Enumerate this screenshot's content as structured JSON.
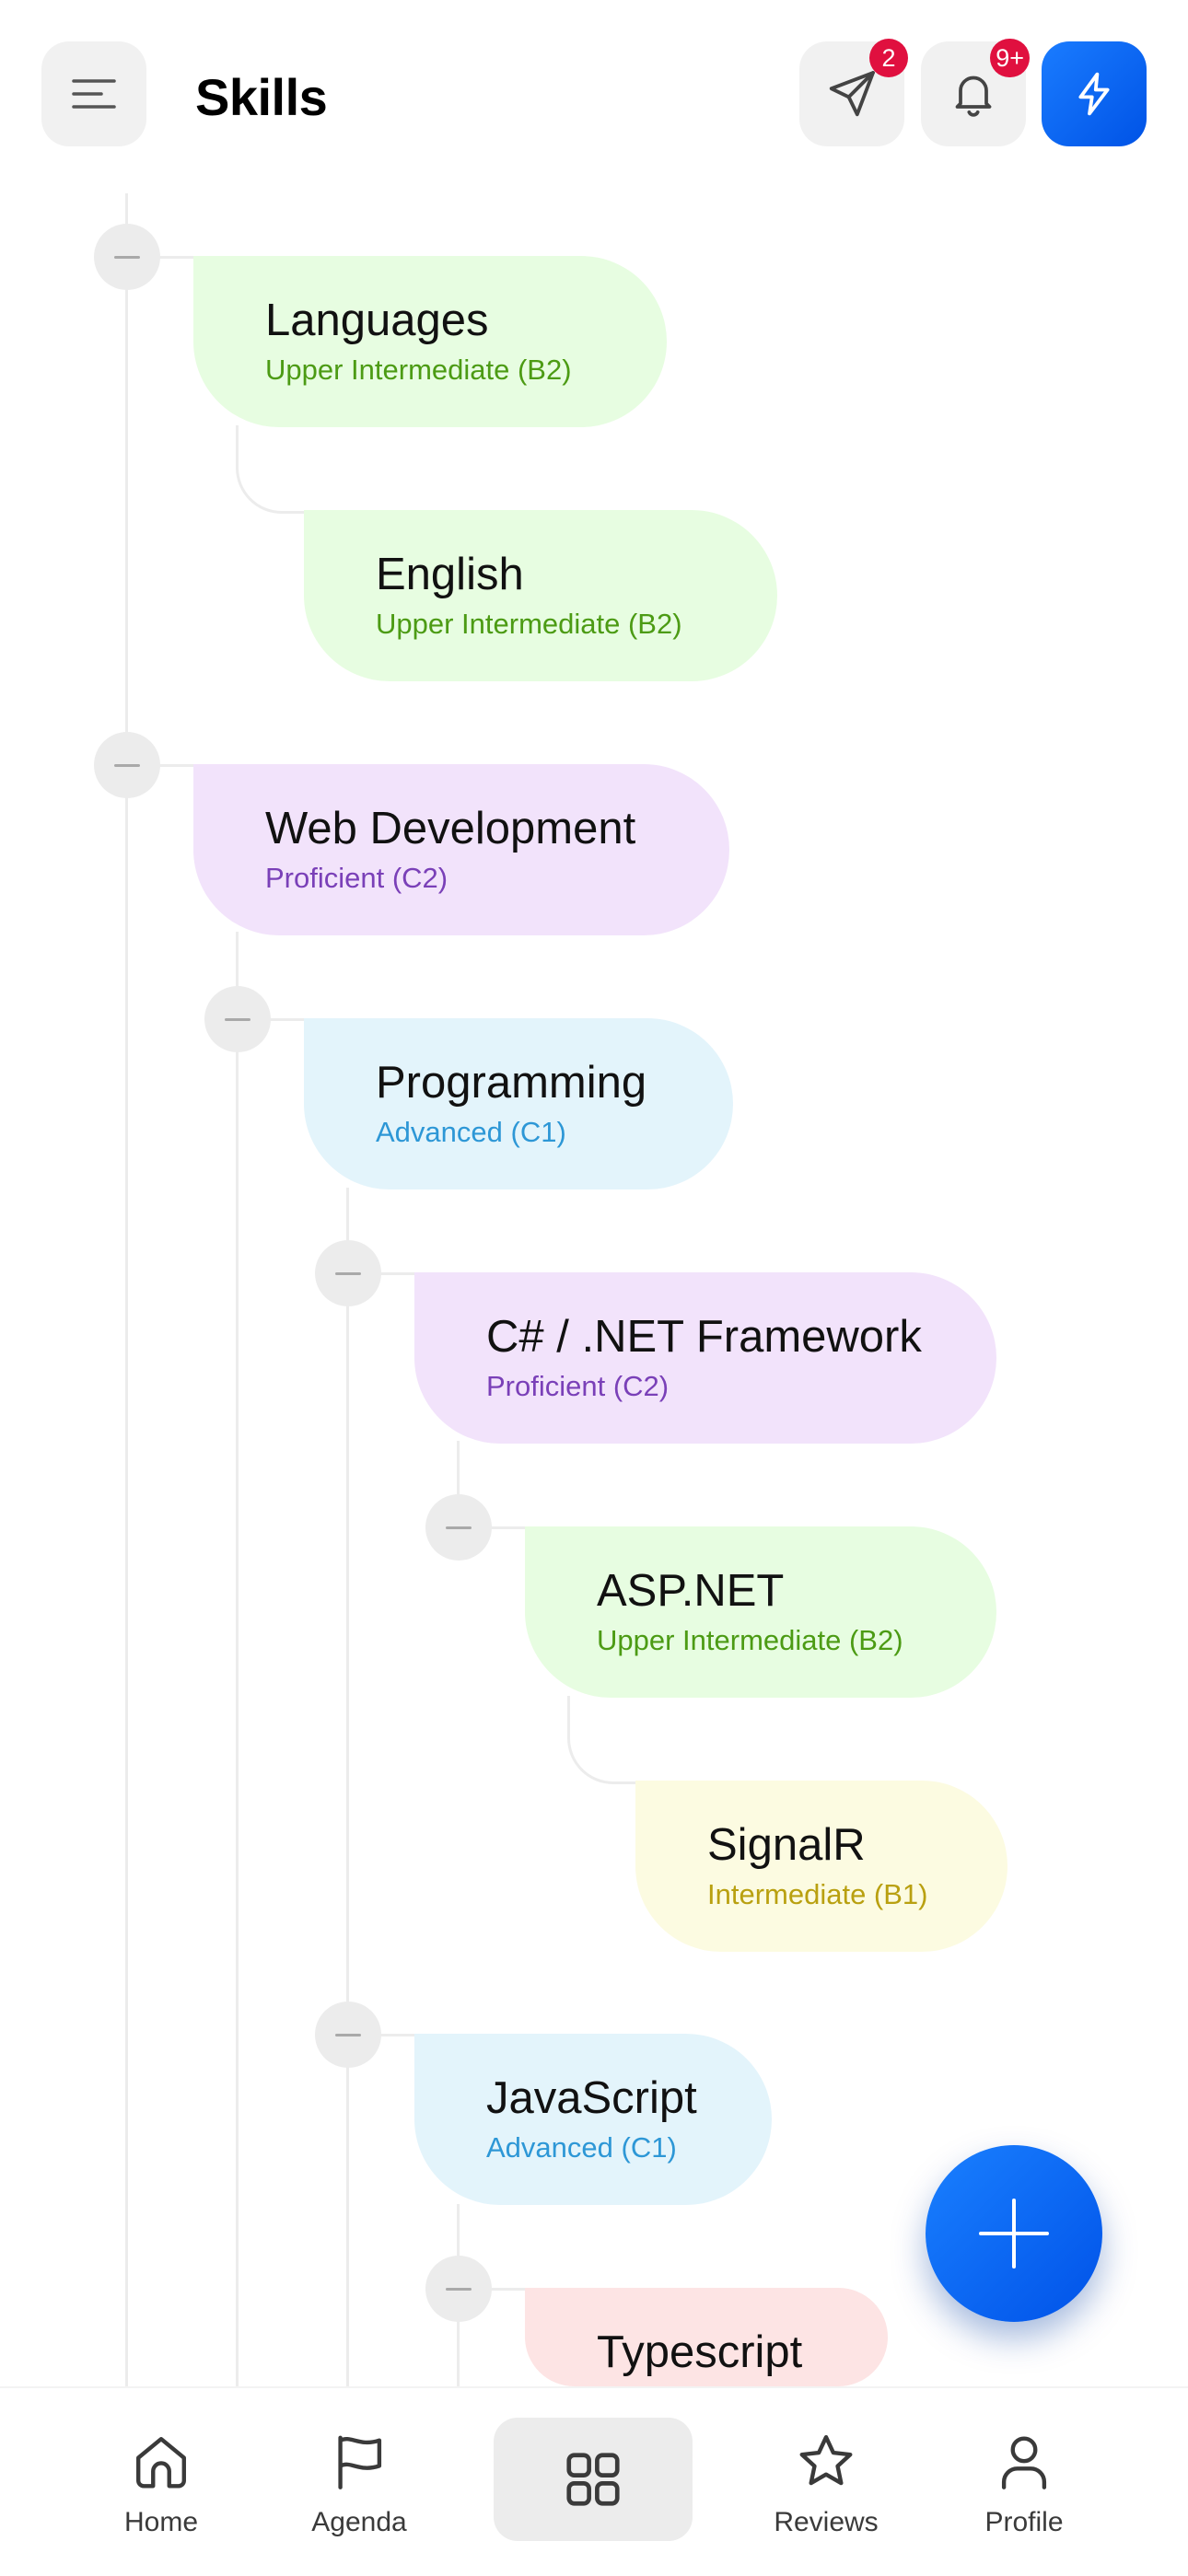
{
  "header": {
    "title": "Skills",
    "send_badge": "2",
    "notification_badge": "9+"
  },
  "tree": [
    {
      "name": "Languages",
      "level": "Upper Intermediate (B2)",
      "color": "#e7fde1",
      "depth": 0
    },
    {
      "name": "English",
      "level": "Upper Intermediate (B2)",
      "color": "#e7fde1",
      "depth": 1
    },
    {
      "name": "Web Development",
      "level": "Proficient (C2)",
      "color": "#f2e3fb",
      "depth": 0
    },
    {
      "name": "Programming",
      "level": "Advanced (C1)",
      "color": "#e3f4fb",
      "depth": 1
    },
    {
      "name": "C# / .NET Framework",
      "level": "Proficient (C2)",
      "color": "#f2e3fb",
      "depth": 2
    },
    {
      "name": "ASP.NET",
      "level": "Upper Intermediate (B2)",
      "color": "#e7fde1",
      "depth": 3
    },
    {
      "name": "SignalR",
      "level": "Intermediate (B1)",
      "color": "#fcfbe1",
      "depth": 4
    },
    {
      "name": "JavaScript",
      "level": "Advanced (C1)",
      "color": "#e3f4fb",
      "depth": 2
    },
    {
      "name": "Typescript",
      "level": "",
      "color": "#fde4e4",
      "depth": 3
    }
  ],
  "nav": {
    "home": "Home",
    "agenda": "Agenda",
    "reviews": "Reviews",
    "profile": "Profile"
  },
  "colors": {
    "accent": "#0a6cff",
    "badge": "#e0103f"
  }
}
